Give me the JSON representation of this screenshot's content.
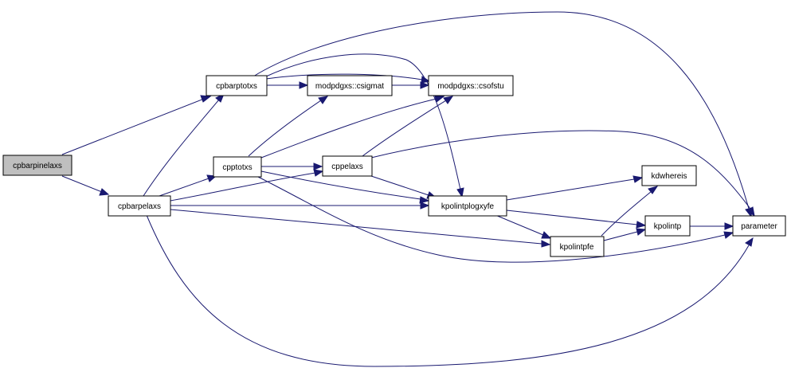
{
  "nodes": {
    "cpbarpinelaxs": "cpbarpinelaxs",
    "cpbarptotxs": "cpbarptotxs",
    "cpbarpelaxs": "cpbarpelaxs",
    "cpptotxs": "cpptotxs",
    "cppelaxs": "cppelaxs",
    "csigmat": "modpdgxs::csigmat",
    "csofstu": "modpdgxs::csofstu",
    "kpolintplogxyfe": "kpolintplogxyfe",
    "kdwhereis": "kdwhereis",
    "kpolintp": "kpolintp",
    "kpolintpfe": "kpolintpfe",
    "parameter": "parameter"
  },
  "colors": {
    "edge": "#191970",
    "root_fill": "#bfbfbf",
    "node_fill": "#ffffff",
    "node_border": "#000000"
  }
}
